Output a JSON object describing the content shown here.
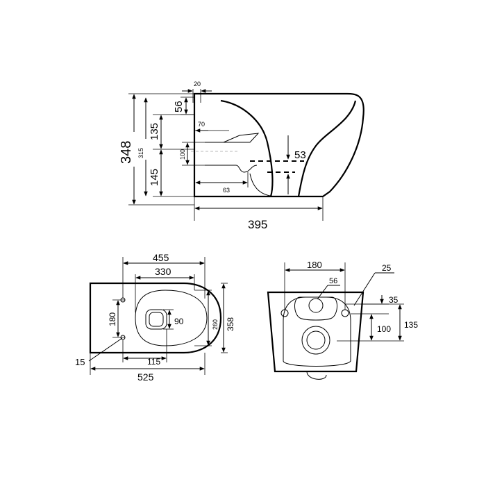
{
  "side_view": {
    "d_20": "20",
    "d_56": "56",
    "d_70": "70",
    "d_135": "135",
    "d_348": "348",
    "d_315": "315",
    "d_100": "100",
    "d_145": "145",
    "d_53": "53",
    "d_63": "63",
    "d_395": "395"
  },
  "top_view": {
    "d_455": "455",
    "d_330": "330",
    "d_180": "180",
    "d_90": "90",
    "d_260": "260",
    "d_358": "358",
    "d_15": "15",
    "d_115": "115",
    "d_525": "525"
  },
  "rear_view": {
    "d_180": "180",
    "d_25": "25",
    "d_56": "56",
    "d_35": "35",
    "d_100": "100",
    "d_135": "135"
  }
}
